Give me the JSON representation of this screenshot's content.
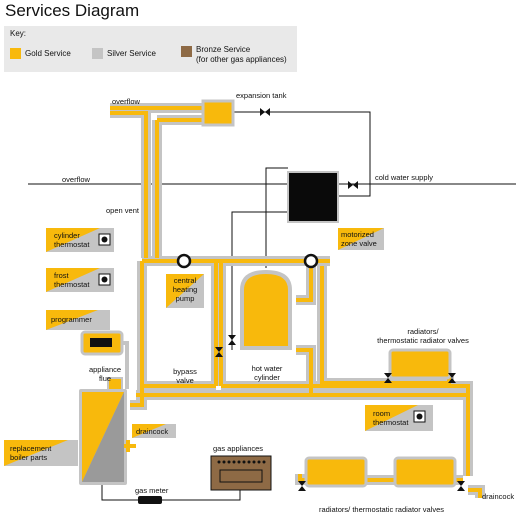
{
  "title": "Services Diagram",
  "key": {
    "heading": "Key:",
    "items": [
      {
        "label": "Gold Service",
        "color": "#f8b90c"
      },
      {
        "label": "Silver Service",
        "color": "#c4c4c4"
      },
      {
        "label": "Bronze Service",
        "sub": "(for other gas appliances)",
        "color": "#8e6a45"
      }
    ]
  },
  "labels": {
    "overflow_top": "overflow",
    "expansion_tank": "expansion tank",
    "overflow_mid": "overflow",
    "cold_water_supply": "cold water supply",
    "open_vent": "open vent",
    "cylinder_thermostat": [
      "cylinder",
      "thermostat"
    ],
    "motorized_zone_valve": [
      "motorized",
      "zone valve"
    ],
    "frost_thermostat": [
      "frost",
      "thermostat"
    ],
    "central_heating_pump": [
      "central",
      "heating",
      "pump"
    ],
    "programmer": "programmer",
    "radiators_top": [
      "radiators/",
      "thermostatic radiator valves"
    ],
    "appliance_flue": [
      "appliance",
      "flue"
    ],
    "bypass_valve": [
      "bypass",
      "valve"
    ],
    "hot_water_cylinder": [
      "hot water",
      "cylinder"
    ],
    "room_thermostat": [
      "room",
      "thermostat"
    ],
    "replacement_boiler_parts": [
      "replacement",
      "boiler parts"
    ],
    "draincock_boiler": "draincock",
    "gas_appliances": "gas appliances",
    "gas_meter": "gas meter",
    "draincock_right": "draincock",
    "radiators_bottom": "radiators/ thermostatic radiator valves"
  },
  "colors": {
    "gold": "#f8b90c",
    "silver": "#c4c4c4",
    "bronze": "#8e6a45",
    "dark": "#111111",
    "key_bg": "#e9e9e9"
  }
}
